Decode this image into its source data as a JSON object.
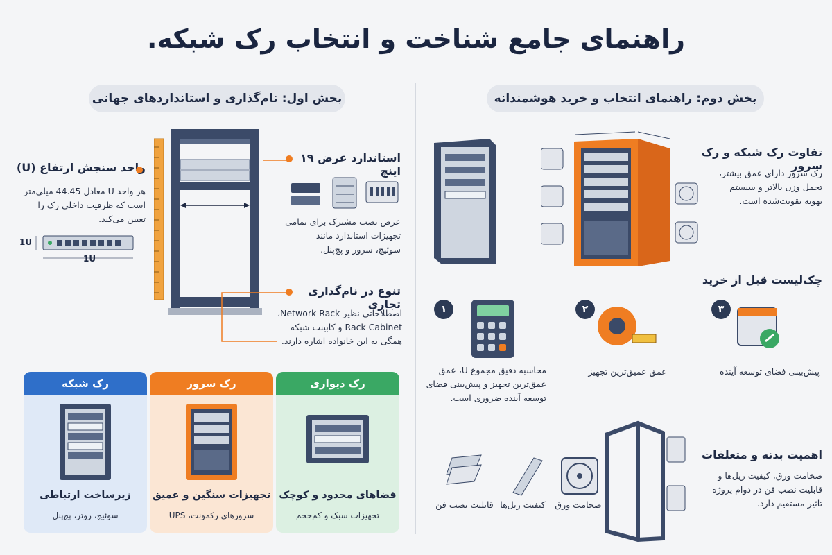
{
  "title": "راهنمای جامع شناخت و انتخاب رک شبکه.",
  "part1": {
    "heading": "بخش اول: نام‌گذاری و استانداردهای جهانی",
    "unit_title": "واحد سنجش ارتفاع (U)",
    "unit_text": [
      "هر واحد U معادل 44.45 میلی‌متر",
      "است که ظرفیت داخلی رک را",
      "تعیین می‌کند."
    ],
    "unit_label_v": "1U",
    "unit_label_h": "1U",
    "width_title": "استاندارد عرض ۱۹ اینچ",
    "width_text": [
      "عرض نصب مشترک برای تمامی",
      "تجهیزات استاندارد مانند",
      "سوئیچ، سرور و پچ‌پنل."
    ],
    "naming_title": "تنوع در نام‌گذاری تجاری",
    "naming_text": [
      "اصطلاحاتی نظیر Network Rack،",
      "Rack Cabinet و کابینت شبکه",
      "همگی به این خانواده اشاره دارند."
    ]
  },
  "cards": [
    {
      "header": "رک شبکه",
      "title": "زیرساخت ارتباطی",
      "sub": "سوئیچ، روتر، پچ‌پنل",
      "color": "#2f6fc9",
      "bg": "#dfe9f7"
    },
    {
      "header": "رک سرور",
      "title": "تجهیزات سنگین و عمیق",
      "sub": "سرورهای رکمونت، UPS",
      "color": "#ef7d22",
      "bg": "#fbe6d4"
    },
    {
      "header": "رک دیواری",
      "title": "فضاهای محدود و کوچک",
      "sub": "تجهیزات سبک و کم‌حجم",
      "color": "#3aa864",
      "bg": "#dcf0e2"
    }
  ],
  "part2": {
    "heading": "بخش دوم: راهنمای انتخاب و خرید هوشمندانه",
    "diff_title": "تفاوت رک شبکه و رک سرور",
    "diff_text": [
      "رک سرور دارای عمق بیشتر،",
      "تحمل وزن بالاتر و سیستم",
      "تهویه تقویت‌شده است."
    ],
    "checklist_title": "چک‌لیست قبل از خرید",
    "checklist": [
      {
        "num": "۱",
        "caption": "محاسبه دقیق مجموع U، عمق",
        "caption2": "عمق‌ترین تجهیز و پیش‌بینی فضای",
        "caption3": "توسعه آینده ضروری است."
      },
      {
        "num": "۲",
        "caption": "عمق عمیق‌ترین تجهیز"
      },
      {
        "num": "۳",
        "caption": "پیش‌بینی فضای توسعه آینده"
      }
    ],
    "body_title": "اهمیت بدنه و متعلقات",
    "body_text": [
      "ضخامت ورق، کیفیت ریل‌ها و",
      "قابلیت نصب فن در دوام پروژه",
      "تاثیر مستقیم دارد."
    ],
    "acc_labels": [
      "ضخامت ورق",
      "کیفیت ریل‌ها",
      "قابلیت نصب فن"
    ]
  },
  "colors": {
    "navy": "#2c3a55",
    "orange": "#ef7d22",
    "blue": "#2f6fc9",
    "green": "#3aa864"
  }
}
